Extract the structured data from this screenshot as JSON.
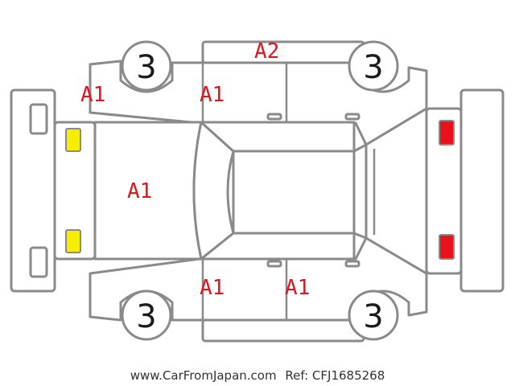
{
  "colors": {
    "outline": "#8a8a8a",
    "damage_code": "#e8121a",
    "front_lamp": "#f5ee00",
    "rear_lamp": "#e8121a"
  },
  "wheel_badges": [
    "3",
    "3",
    "3",
    "3"
  ],
  "damage_codes": {
    "front_left_fender": "A1",
    "front_left_door": "A1",
    "left_side_panel": "A2",
    "hood": "A1",
    "front_right_door": "A1",
    "rear_right_door": "A1"
  },
  "footer": {
    "website": "www.CarFromJapan.com",
    "reference": "Ref: CFJ1685268"
  }
}
